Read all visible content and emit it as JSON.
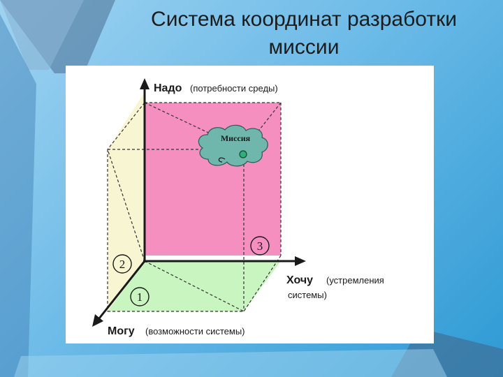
{
  "slide": {
    "title_line1": "Система координат разработки",
    "title_line2": "миссии"
  },
  "diagram": {
    "axis_up_bold": "Надо",
    "axis_up_note": "(потребности среды)",
    "axis_right_bold": "Хочу",
    "axis_right_note1": "(устремления",
    "axis_right_note2": "системы)",
    "axis_down_bold": "Могу",
    "axis_down_note": "(возможности системы)",
    "cloud_label": "Миссия",
    "region_1": "1",
    "region_2": "2",
    "region_3": "3",
    "colors": {
      "pink_plane": "#f58fc0",
      "green_plane": "#c8f5c0",
      "yellow_plane": "#f7f5d2",
      "cloud": "#6fb6ac",
      "point": "#2fb07a",
      "axis": "#1a1a1a"
    }
  }
}
